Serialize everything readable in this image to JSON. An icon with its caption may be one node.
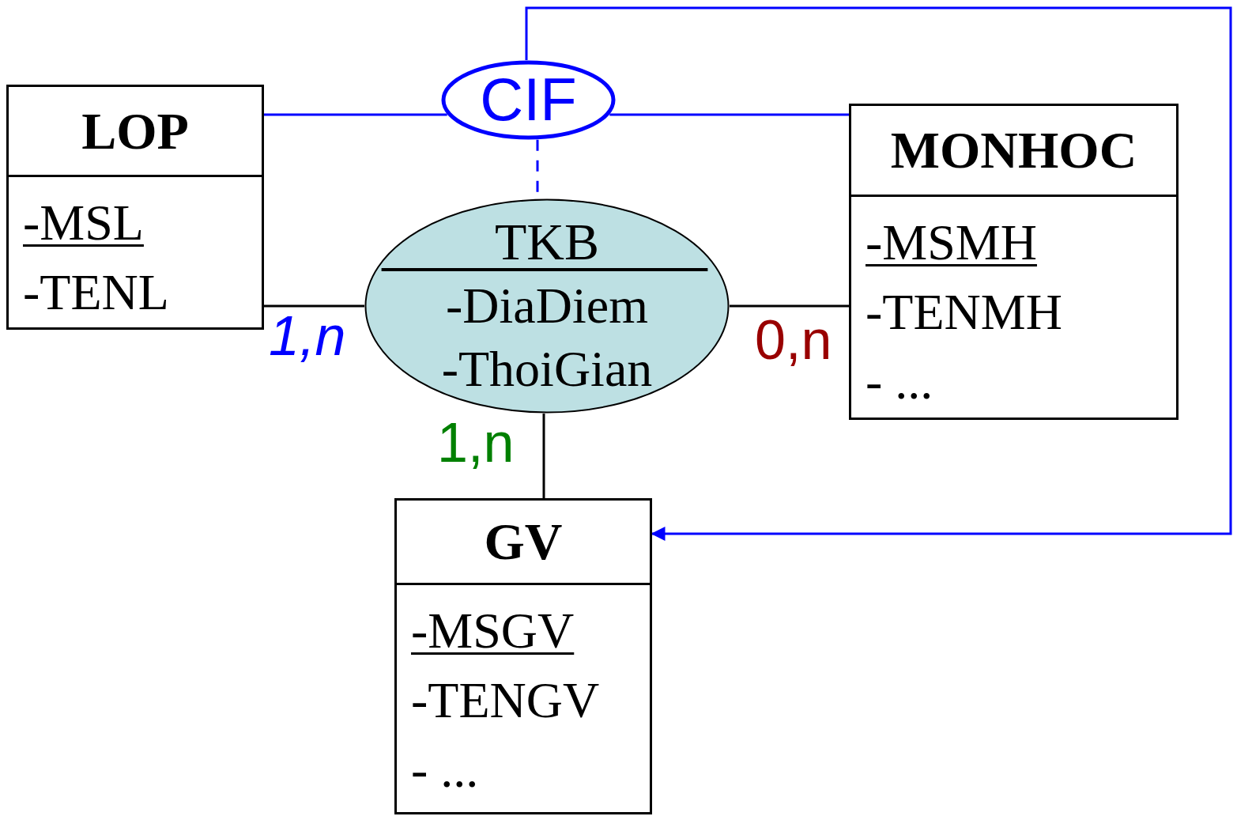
{
  "diagram": {
    "nodes": [
      {
        "text": [
          "LOP",
          "-MSL",
          "-TENL"
        ]
      },
      {
        "text": [
          "CIF"
        ]
      },
      {
        "text": [
          "TKB",
          "-DiaDiem",
          "-ThoiGian"
        ]
      },
      {
        "text": [
          "MONHOC",
          "-MSMH",
          "-TENMH",
          "- ..."
        ]
      },
      {
        "text": [
          "GV",
          "-MSGV",
          "-TENGV",
          "- ..."
        ]
      }
    ],
    "edges": [
      {
        "from": 0,
        "to": 1,
        "arrow": "none",
        "color": "#0000ff"
      },
      {
        "from": 1,
        "to": 3,
        "arrow": "none",
        "color": "#0000ff"
      },
      {
        "from": 1,
        "to": 2,
        "arrow": "none",
        "style": "dashed",
        "color": "#0000ff"
      },
      {
        "from": 1,
        "to": 4,
        "arrow": "to",
        "color": "#0000ff"
      },
      {
        "from": 0,
        "to": 2,
        "arrow": "none",
        "label": "1,n",
        "color": "#000000"
      },
      {
        "from": 2,
        "to": 3,
        "arrow": "none",
        "label": "0,n",
        "color": "#000000"
      },
      {
        "from": 2,
        "to": 4,
        "arrow": "none",
        "label": "1,n",
        "color": "#000000"
      }
    ]
  }
}
